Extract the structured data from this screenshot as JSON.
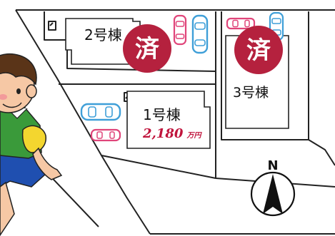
{
  "colors": {
    "sold_badge": "#b5213e",
    "price": "#c0143c",
    "car_pink": "#e0457a",
    "car_blue": "#3f9fd8",
    "shirt_green": "#3a9a3a",
    "shorts_blue": "#1f4fb0",
    "hair_brown": "#5a3418",
    "skin": "#f6c8a5"
  },
  "icons": {
    "north_arrow": "north-arrow-icon",
    "sold_badge": "sold-badge-icon",
    "car": "car-icon",
    "entrance_mark": "entrance-mark-icon",
    "character": "boy-character"
  },
  "plots": {
    "lot2": {
      "label": "2号棟",
      "sold_mark": "済"
    },
    "lot1": {
      "label": "1号棟",
      "price_number": "2,180",
      "price_unit": "万円"
    },
    "lot3": {
      "label": "3号棟",
      "sold_mark": "済"
    }
  },
  "compass": {
    "letter": "N"
  }
}
